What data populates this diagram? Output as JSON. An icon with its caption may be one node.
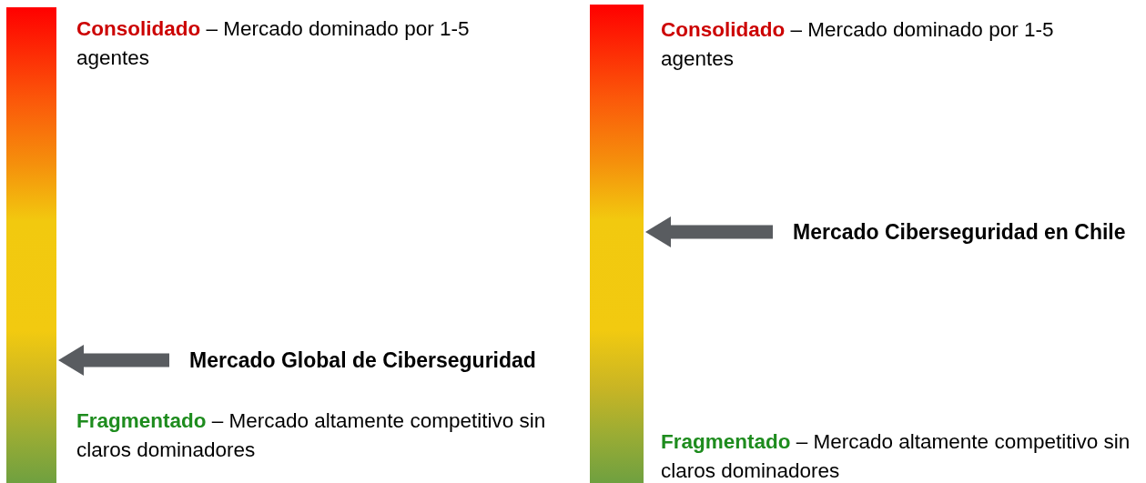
{
  "diagram": {
    "nodes": [
      {
        "text": [],
        "shape": "bar"
      },
      {
        "text": [
          "Mercado Global de Ciberseguridad"
        ]
      },
      {
        "text": [],
        "shape": "bar"
      },
      {
        "text": [
          "Mercado Ciberseguridad en Chile"
        ]
      }
    ],
    "edges": [
      {
        "from": 1,
        "to": 0,
        "arrow": "to"
      },
      {
        "from": 3,
        "to": 2,
        "arrow": "to"
      }
    ],
    "labels": [
      "**Consolidado** – Mercado dominado por 1-5 agentes",
      "**Fragmentado** – Mercado altamente competitivo sin claros dominadores",
      "**Consolidado** – Mercado dominado por 1-5 agentes",
      "**Fragmentado** – Mercado altamente competitivo sin claros dominadores"
    ]
  }
}
